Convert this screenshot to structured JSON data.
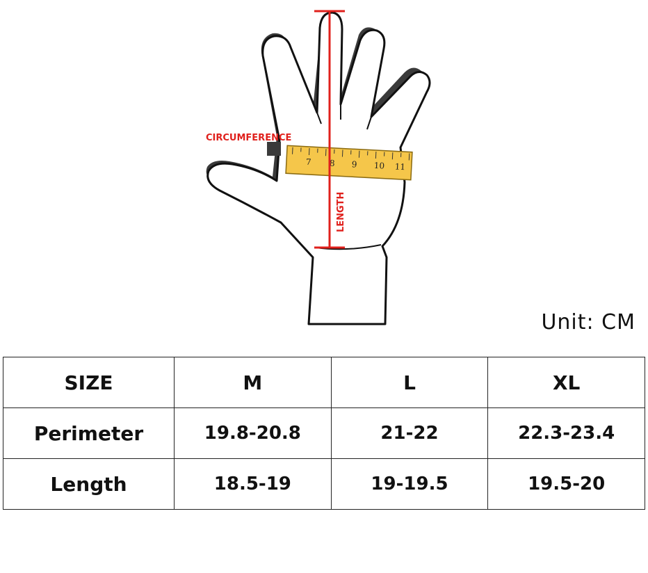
{
  "illustration": {
    "circumference_label": "CIRCUMFERENCE",
    "length_label": "LENGTH",
    "tape_numbers": [
      "7",
      "8",
      "9",
      "10",
      "11"
    ],
    "accent_color": "#e0201c",
    "tape_color": "#f5c64a"
  },
  "unit_label": "Unit: CM",
  "table": {
    "header": [
      "SIZE",
      "M",
      "L",
      "XL"
    ],
    "rows": [
      {
        "label": "Perimeter",
        "values": [
          "19.8-20.8",
          "21-22",
          "22.3-23.4"
        ]
      },
      {
        "label": "Length",
        "values": [
          "18.5-19",
          "19-19.5",
          "19.5-20"
        ]
      }
    ]
  }
}
